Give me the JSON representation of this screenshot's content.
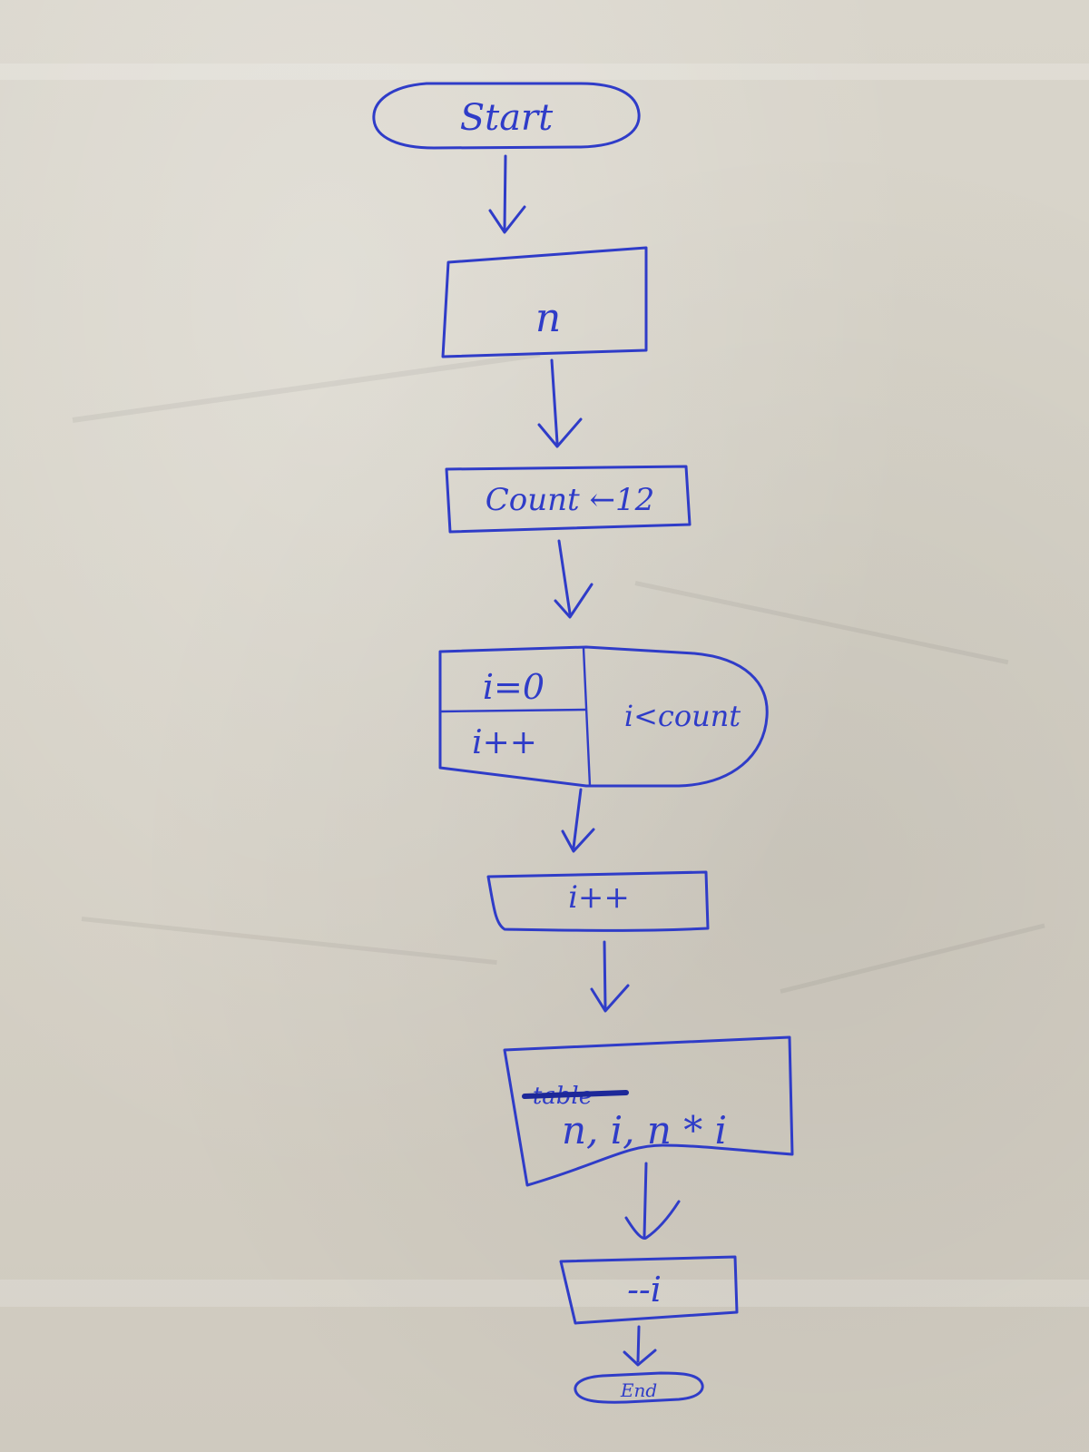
{
  "flowchart": {
    "start_label": "Start",
    "input_label": "n",
    "assign_label": "Count ←12",
    "loop_init_label": "i=0",
    "loop_update_label": "i++",
    "loop_condition_label": "i<count",
    "process_label": "i++",
    "output_label": "n, i, n * i",
    "output_struck_label": "table",
    "decrement_label": "--i",
    "end_label": "End"
  },
  "colors": {
    "ink": "#2f3cc8",
    "paper": "#d6d2c7"
  }
}
